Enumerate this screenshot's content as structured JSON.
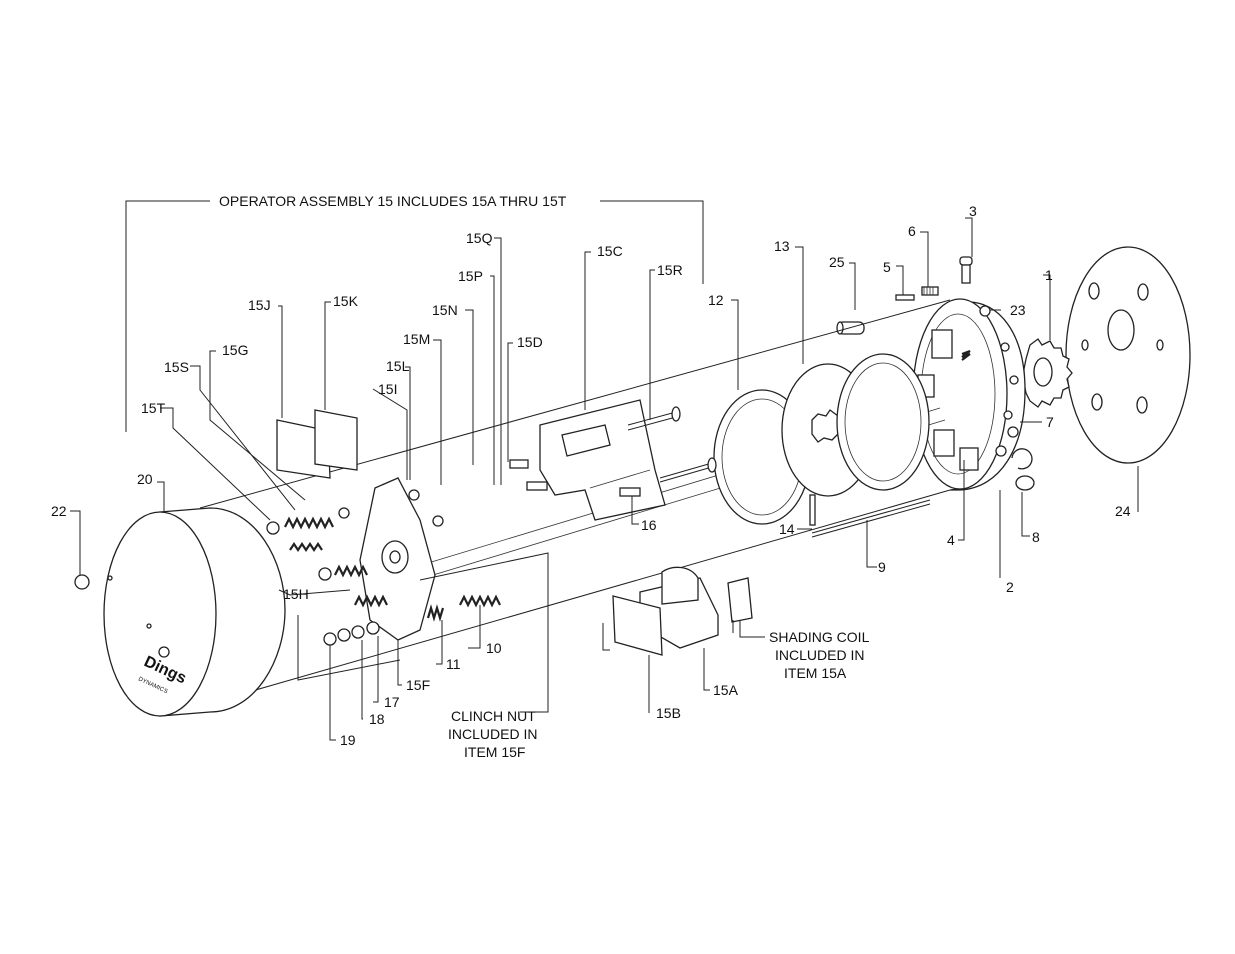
{
  "header_note": "OPERATOR ASSEMBLY 15 INCLUDES 15A THRU 15T",
  "notes": {
    "shading_coil": [
      "SHADING COIL",
      "INCLUDED IN",
      "ITEM 15A"
    ],
    "clinch_nut": [
      "CLINCH NUT",
      "INCLUDED IN",
      "ITEM 15F"
    ]
  },
  "callouts": {
    "c1": "1",
    "c2": "2",
    "c3": "3",
    "c4": "4",
    "c5": "5",
    "c6": "6",
    "c7": "7",
    "c8": "8",
    "c9": "9",
    "c10": "10",
    "c11": "11",
    "c12": "12",
    "c13": "13",
    "c14": "14",
    "c16": "16",
    "c17": "17",
    "c18": "18",
    "c19": "19",
    "c20": "20",
    "c22": "22",
    "c23": "23",
    "c24": "24",
    "c25": "25",
    "c15A": "15A",
    "c15B": "15B",
    "c15C": "15C",
    "c15D": "15D",
    "c15F": "15F",
    "c15G": "15G",
    "c15H": "15H",
    "c15I": "15I",
    "c15J": "15J",
    "c15K": "15K",
    "c15L": "15L",
    "c15M": "15M",
    "c15N": "15N",
    "c15P": "15P",
    "c15Q": "15Q",
    "c15R": "15R",
    "c15S": "15S",
    "c15T": "15T"
  },
  "cover_branding": {
    "brand": "Dings",
    "sub": "DYNAMICS"
  }
}
